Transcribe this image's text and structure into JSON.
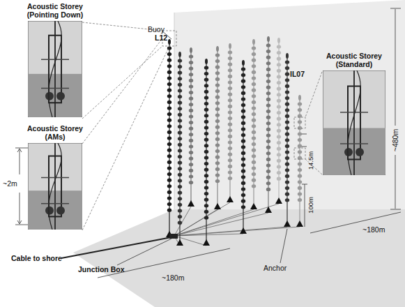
{
  "diagram": {
    "nodes": [
      {
        "text": [
          "Acoustic Storey (Pointing Down)"
        ]
      },
      {
        "text": [
          "Acoustic Storey (AMs)"
        ]
      },
      {
        "text": [
          "Acoustic Storey (Standard)"
        ]
      }
    ],
    "labels": [
      "~2m",
      "Buoy",
      "L12",
      "IL07",
      "~480m",
      "14.5m",
      "100m",
      "Cable to shore",
      "Junction Box",
      "Anchor",
      "~180m",
      "~180m"
    ]
  }
}
